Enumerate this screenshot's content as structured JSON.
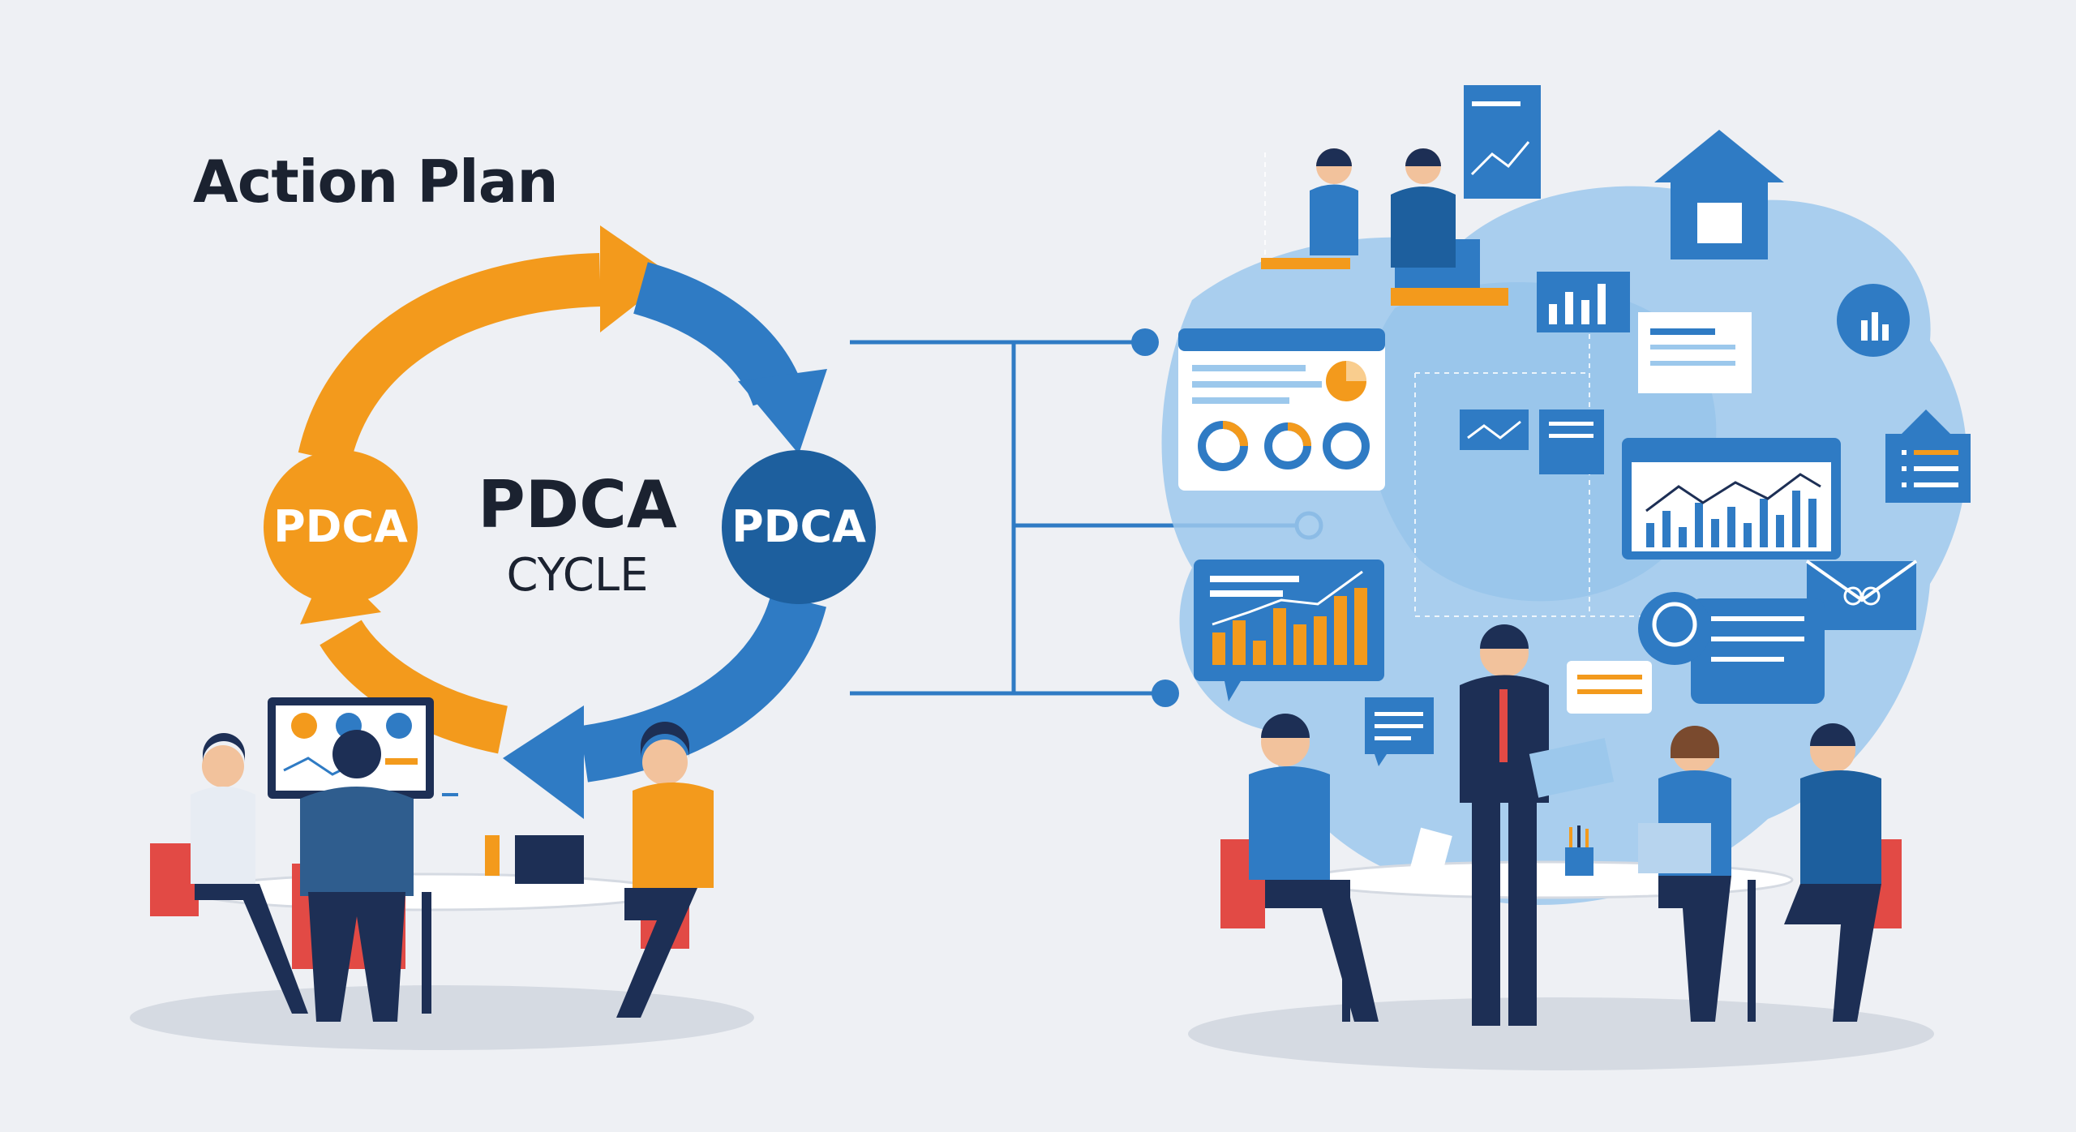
{
  "header": {
    "title": "Action Plan"
  },
  "cycle": {
    "center_title": "PDCA",
    "center_subtitle": "CYCLE",
    "left_node_label": "PDCA",
    "right_node_label": "PDCA"
  },
  "colors": {
    "orange": "#f39a1c",
    "blue": "#2f7bc4",
    "dark_blue": "#1d5f9e",
    "navy": "#1d2f55",
    "light_blue_blob": "#9cc8ec",
    "chair_red": "#e24a45",
    "background": "#eef0f4"
  },
  "icons": [
    "circular-arrow-icon",
    "bar-chart-icon",
    "line-chart-icon",
    "donut-chart-icon",
    "house-icon",
    "envelope-icon",
    "speech-bubble-icon",
    "laptop-icon",
    "document-icon",
    "person-icon"
  ]
}
